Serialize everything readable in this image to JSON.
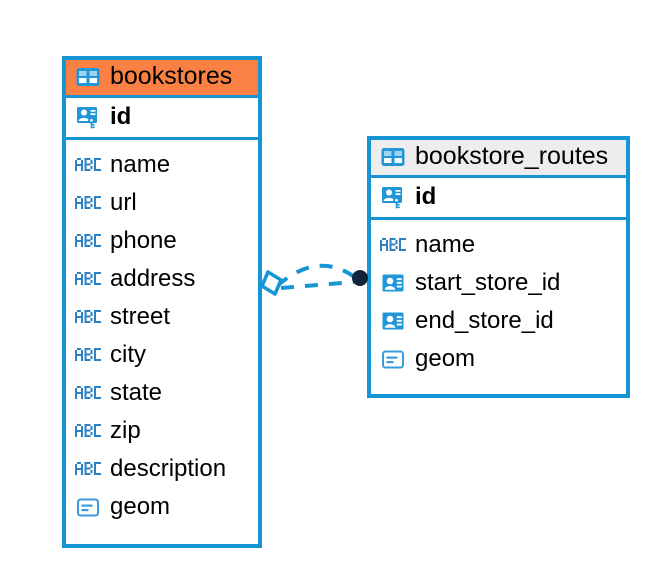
{
  "diagram": {
    "type": "entity-relationship-diagram",
    "background": "#ffffff",
    "colors": {
      "border_blue": "#1595d3",
      "header_orange": "#fb8043",
      "header_grey": "#ededed",
      "icon_blue": "#2196d9",
      "text_black": "#000000",
      "endpoint_dark": "#102030"
    }
  },
  "entities": [
    {
      "id": "bookstores",
      "name": "bookstores",
      "header_icon": "table-icon",
      "header_accent": "#fb8043",
      "primary_key": {
        "name": "id",
        "icon": "primary-key-icon"
      },
      "fields": [
        {
          "name": "name",
          "icon": "abc-text-icon"
        },
        {
          "name": "url",
          "icon": "abc-text-icon"
        },
        {
          "name": "phone",
          "icon": "abc-text-icon"
        },
        {
          "name": "address",
          "icon": "abc-text-icon"
        },
        {
          "name": "street",
          "icon": "abc-text-icon"
        },
        {
          "name": "city",
          "icon": "abc-text-icon"
        },
        {
          "name": "state",
          "icon": "abc-text-icon"
        },
        {
          "name": "zip",
          "icon": "abc-text-icon"
        },
        {
          "name": "description",
          "icon": "abc-text-icon"
        },
        {
          "name": "geom",
          "icon": "geometry-icon"
        }
      ]
    },
    {
      "id": "bookstore_routes",
      "name": "bookstore_routes",
      "header_icon": "table-icon",
      "header_accent": "#ededed",
      "primary_key": {
        "name": "id",
        "icon": "primary-key-icon"
      },
      "fields": [
        {
          "name": "name",
          "icon": "abc-text-icon"
        },
        {
          "name": "start_store_id",
          "icon": "foreign-key-icon"
        },
        {
          "name": "end_store_id",
          "icon": "foreign-key-icon"
        },
        {
          "name": "geom",
          "icon": "geometry-icon"
        }
      ]
    }
  ],
  "relationship": {
    "from_entity": "bookstores",
    "to_entity": "bookstore_routes",
    "line_style": "dashed",
    "source_marker": "diamond-marker",
    "target_marker": "filled-circle-marker"
  }
}
